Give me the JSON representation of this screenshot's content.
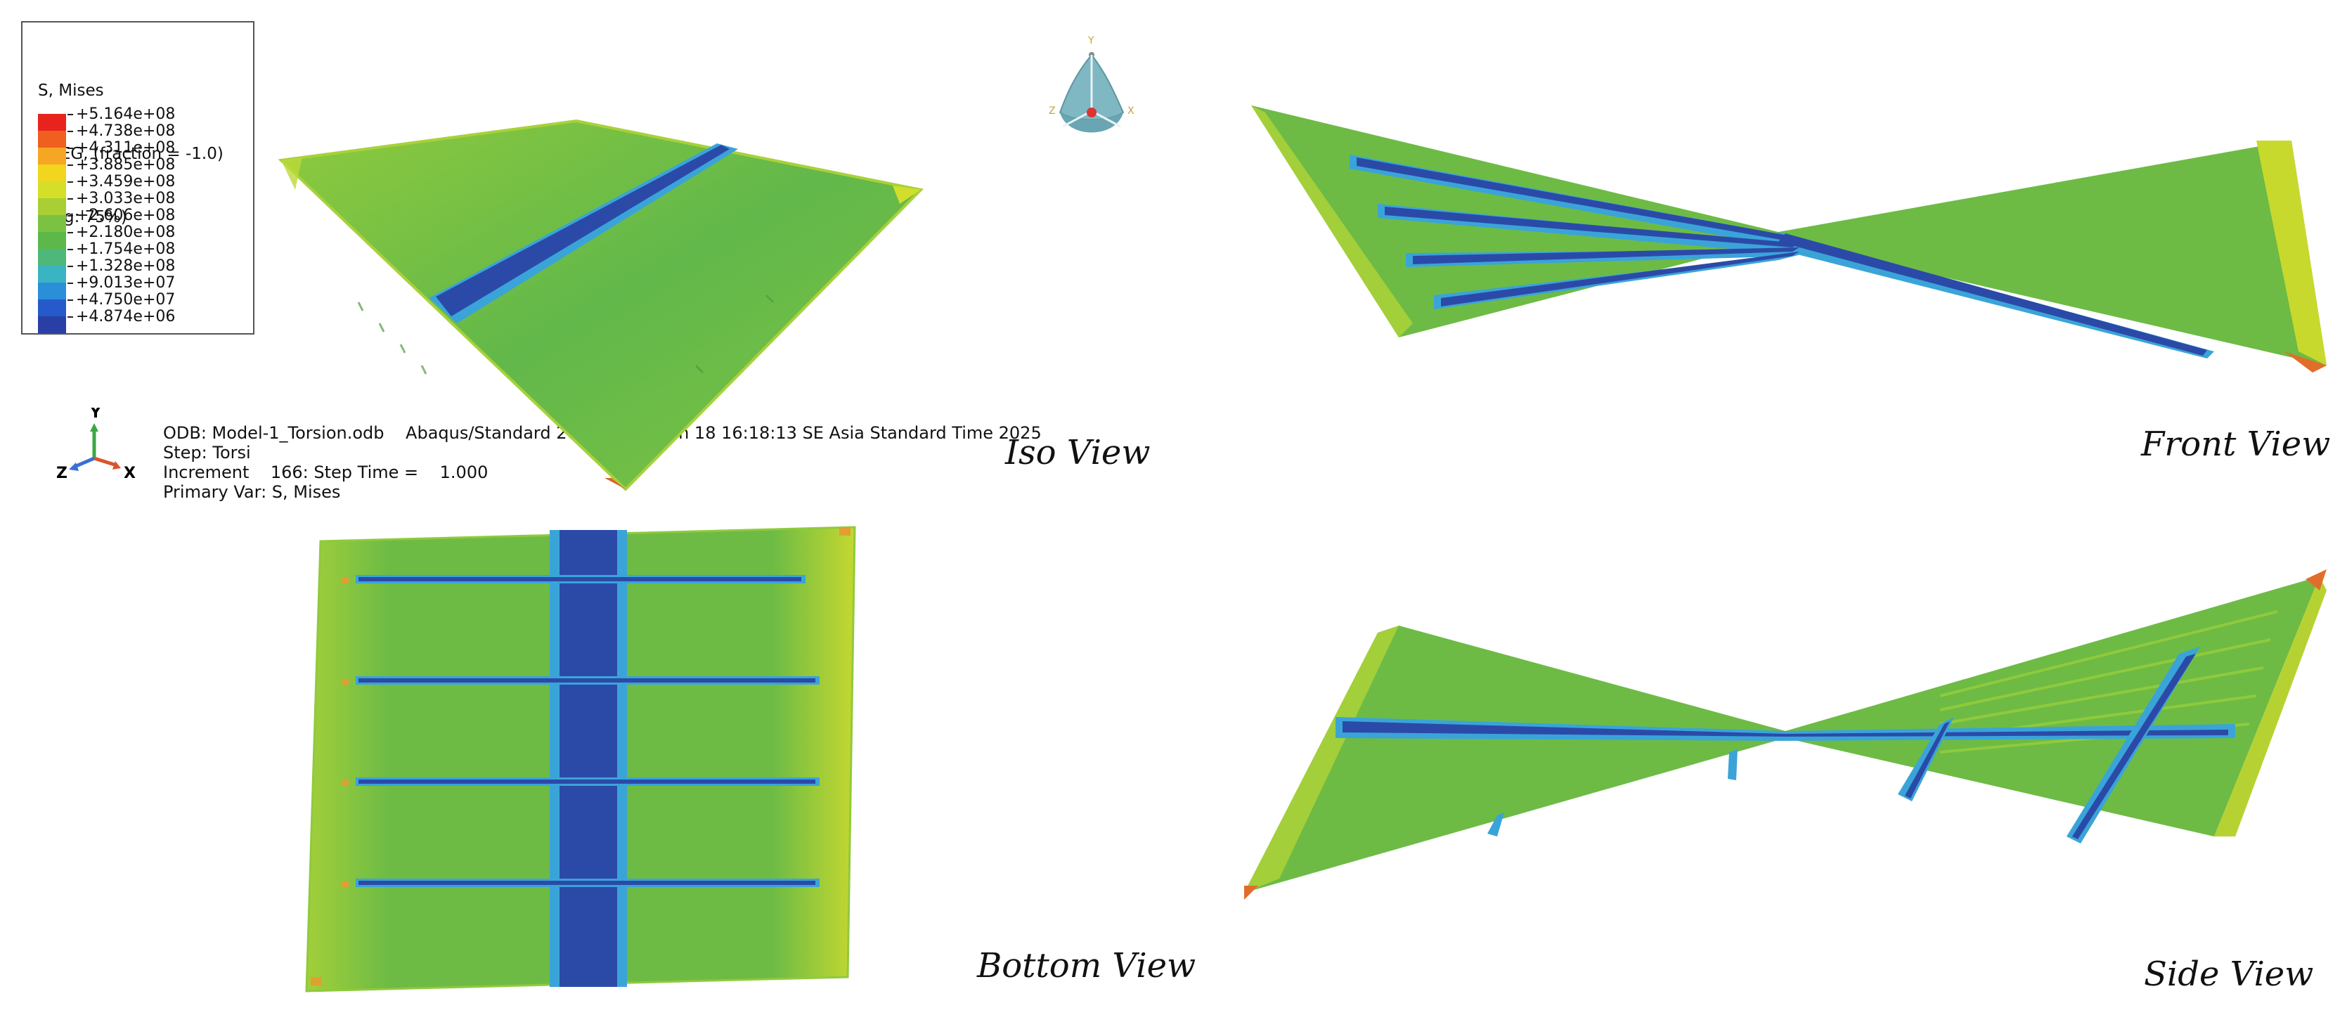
{
  "legend": {
    "title_lines": [
      "S, Mises",
      "SNEG, (fraction = -1.0)",
      "(Avg: 75%)"
    ],
    "entries": [
      {
        "label": "+5.164e+08",
        "color": "#e8231e"
      },
      {
        "label": "+4.738e+08",
        "color": "#ef5f1f"
      },
      {
        "label": "+4.311e+08",
        "color": "#f5a623"
      },
      {
        "label": "+3.885e+08",
        "color": "#f1d61d"
      },
      {
        "label": "+3.459e+08",
        "color": "#d5df2a"
      },
      {
        "label": "+3.033e+08",
        "color": "#a9cf35"
      },
      {
        "label": "+2.606e+08",
        "color": "#7cc242"
      },
      {
        "label": "+2.180e+08",
        "color": "#5cb848"
      },
      {
        "label": "+1.754e+08",
        "color": "#4db87a"
      },
      {
        "label": "+1.328e+08",
        "color": "#3ab4c3"
      },
      {
        "label": "+9.013e+07",
        "color": "#2a8fd9"
      },
      {
        "label": "+4.750e+07",
        "color": "#2659c9"
      },
      {
        "label": "+4.874e+06",
        "color": "#2a3fa6"
      }
    ]
  },
  "info": {
    "line1": "ODB: Model-1_Torsion.odb    Abaqus/Standard 2020    Wed Jun 18 16:18:13 SE Asia Standard Time 2025",
    "line2": "Step: Torsi",
    "line3": "Increment    166: Step Time =    1.000",
    "line4": "Primary Var: S, Mises"
  },
  "triad": {
    "y": "Y",
    "z": "Z",
    "x": "X"
  },
  "orientation": {
    "y": "Y",
    "z": "Z",
    "x": "X"
  },
  "views": {
    "iso": "Iso View",
    "front": "Front View",
    "bottom": "Bottom View",
    "side": "Side View"
  },
  "colors": {
    "green": "#6dbb45",
    "light_green": "#a3cf3a",
    "yellow": "#d3dd2c",
    "blue": "#2a4aa8",
    "cyan": "#3aa8d8",
    "orange": "#e9702a"
  }
}
